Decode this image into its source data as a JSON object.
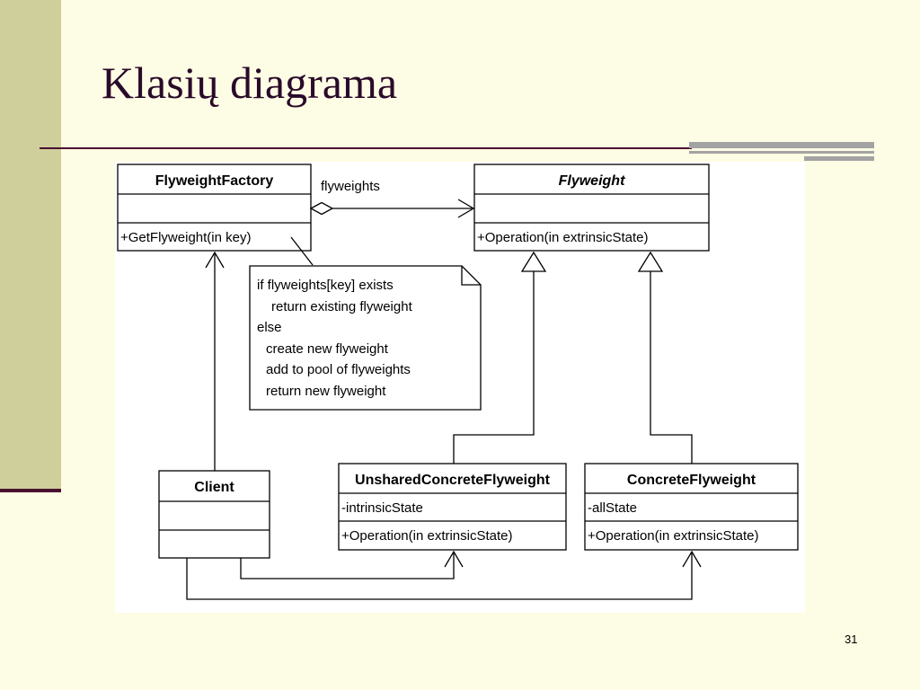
{
  "slide": {
    "title": "Klasių diagrama",
    "page_number": "31"
  },
  "diagram": {
    "classes": {
      "flyweight_factory": {
        "name": "FlyweightFactory",
        "attribute": "",
        "operation": "+GetFlyweight(in key)"
      },
      "flyweight": {
        "name": "Flyweight",
        "attribute": "",
        "operation": "+Operation(in extrinsicState)"
      },
      "client": {
        "name": "Client",
        "attribute": "",
        "operation": ""
      },
      "unshared_concrete_flyweight": {
        "name": "UnsharedConcreteFlyweight",
        "attribute": "-intrinsicState",
        "operation": "+Operation(in extrinsicState)"
      },
      "concrete_flyweight": {
        "name": "ConcreteFlyweight",
        "attribute": "-allState",
        "operation": "+Operation(in extrinsicState)"
      }
    },
    "association_label": "flyweights",
    "note": [
      "if flyweights[key] exists",
      "return existing flyweight",
      "else",
      "create new flyweight",
      "add to pool of flyweights",
      "return new flyweight"
    ]
  },
  "colors": {
    "background": "#fdfce4",
    "left_band": "#cfcf9c",
    "accent_line": "#4a1030",
    "decor_bars": "#a3a3a3",
    "title_text": "#2a0a2a"
  }
}
